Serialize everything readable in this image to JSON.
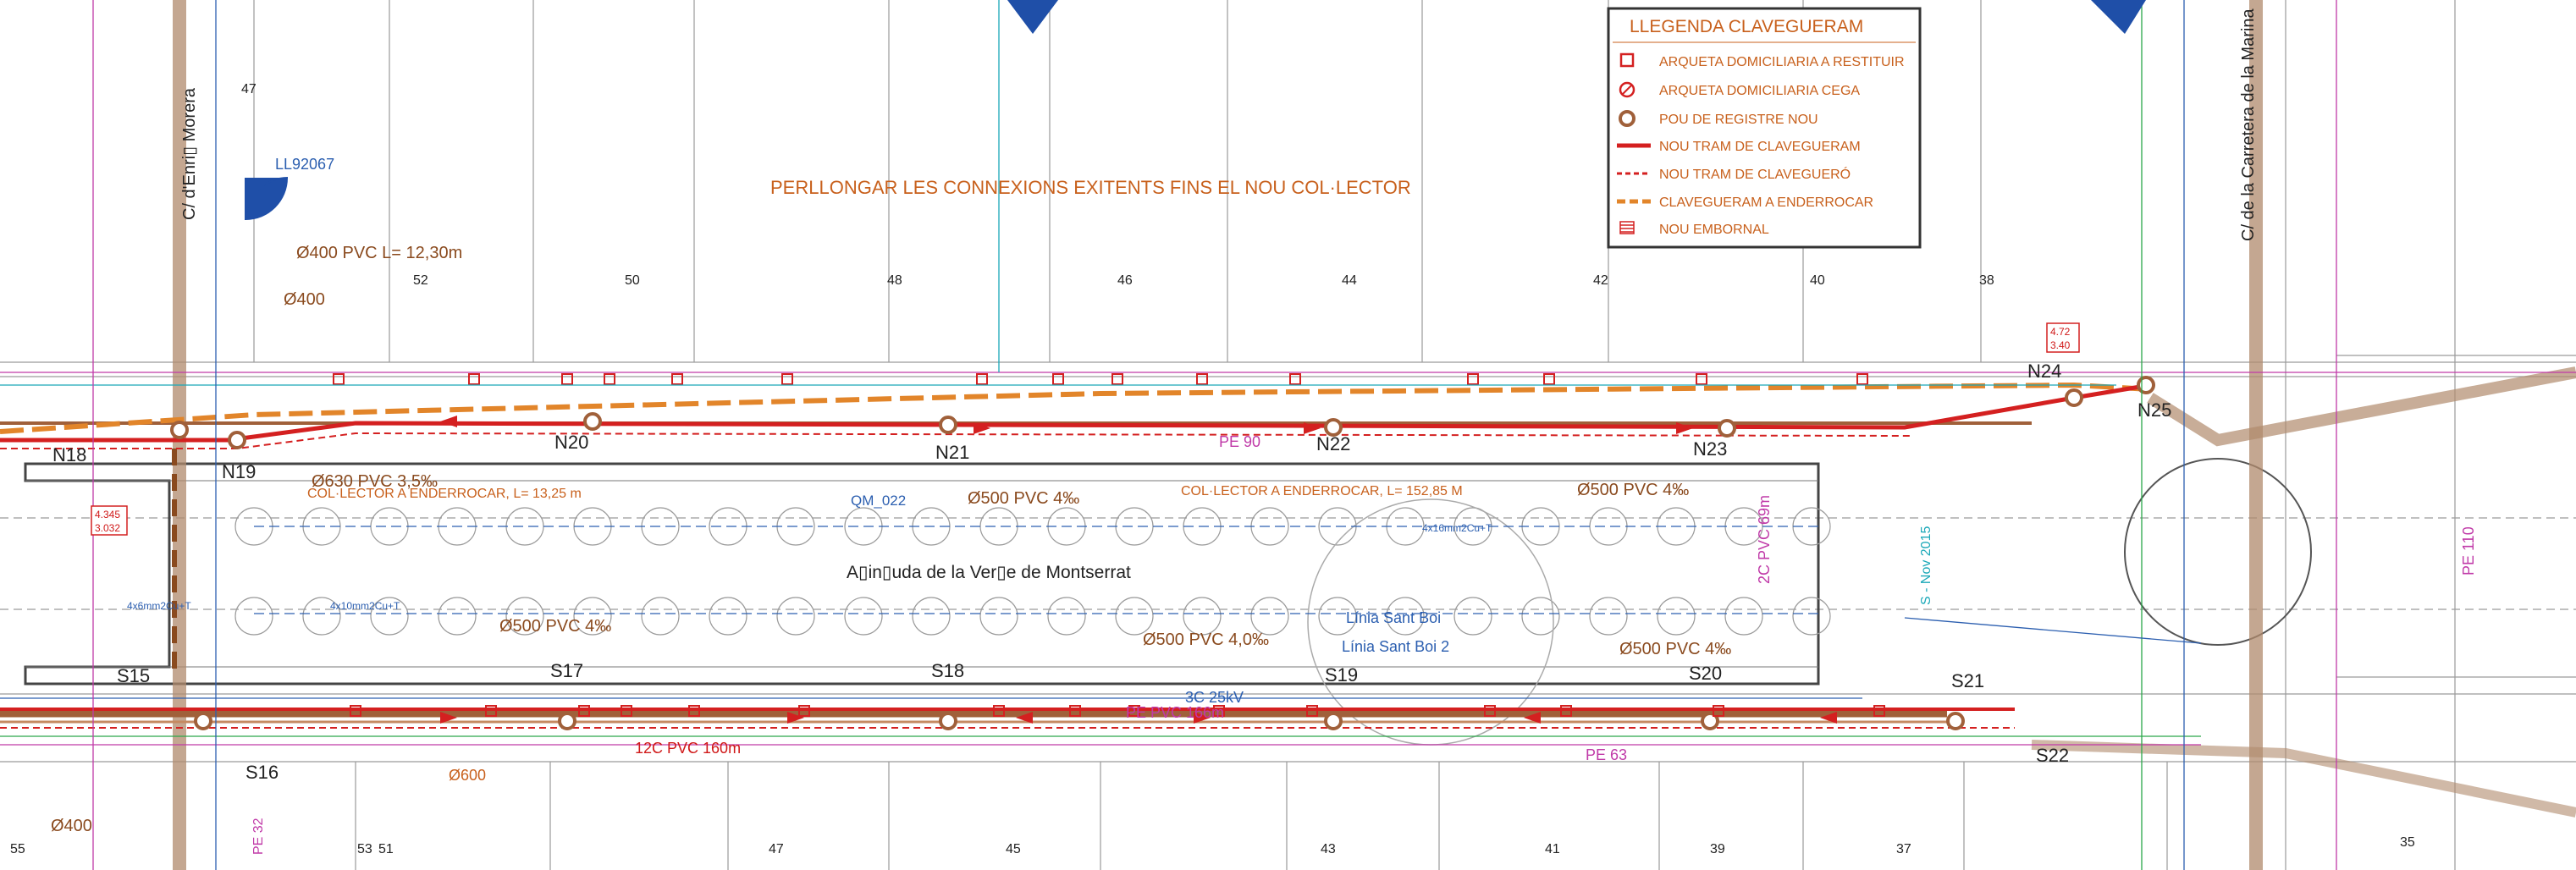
{
  "legend": {
    "title": "LLEGENDA CLAVEGUERAM",
    "items": [
      {
        "label": "ARQUETA DOMICILIARIA A RESTITUIR",
        "icon": "square-manhole-icon"
      },
      {
        "label": "ARQUETA DOMICILIARIA CEGA",
        "icon": "crossed-circle-icon"
      },
      {
        "label": "POU DE REGISTRE NOU",
        "icon": "ring-manhole-icon"
      },
      {
        "label": "NOU TRAM DE CLAVEGUERAM",
        "icon": "solid-red-line-icon"
      },
      {
        "label": "NOU TRAM DE CLAVEGUERÓ",
        "icon": "dashed-red-line-icon"
      },
      {
        "label": "CLAVEGUERAM A ENDERROCAR",
        "icon": "dashed-orange-line-icon"
      },
      {
        "label": "NOU EMBORNAL",
        "icon": "grate-icon"
      }
    ]
  },
  "notes": {
    "extend_connections": "PERLLONGAR LES CONNEXIONS EXITENTS FINS EL NOU COL·LECTOR",
    "collector_demolish_1": "COL·LECTOR A ENDERROCAR, L= 13,25 m",
    "collector_demolish_2": "COL·LECTOR A ENDERROCAR, L= 152,85 M",
    "pipe_ref_top": "Ø400 PVC L= 12,30m",
    "pipe_400": "Ø400",
    "pipe_630": "Ø630 PVC 3,5‰",
    "pipe_500_n21": "Ø500 PVC 4‰",
    "pipe_500_n23": "Ø500 PVC 4‰",
    "pipe_500_s17": "Ø500 PVC 4‰",
    "pipe_500_s18": "Ø500 PVC 4,0‰",
    "pipe_500_s20": "Ø500 PVC 4‰",
    "pipe_600": "Ø600",
    "pipe_400_bl": "Ø400",
    "elev_box_1": [
      "4.345",
      "3.032"
    ],
    "elev_box_2": [
      "4.72",
      "3.40"
    ]
  },
  "streets": {
    "main_avenue": "A▯in▯uda de la Ver▯e de Montserrat",
    "left_street": "C/ d'Enri▯ Morera",
    "right_street": "C/ de la Carretera de la Marina"
  },
  "labels": {
    "ll_code": "LL92067",
    "qm": "QM_022",
    "linia_1": "Línia Sant Boi",
    "linia_2": "Línia Sant Boi 2",
    "pe_90": "PE 90",
    "pe_63": "PE 63",
    "pe_32": "PE 32",
    "pe_110": "PE 110",
    "pvc_160": "12C PVC 160m",
    "pvc_166": "PE  PVC 166m",
    "kv": "3C 25kV",
    "pvc_69": "2C PVC 69m",
    "noviembre": "S - Nov 2015",
    "conduits_1": "4x16mm2Cu+T",
    "conduits_2": "4x10mm2Cu+T",
    "conduits_3": "4x6mm2Cu+T"
  },
  "nodes": {
    "top": [
      "N18",
      "N19",
      "N20",
      "N21",
      "N22",
      "N23",
      "N24",
      "N25"
    ],
    "bottom": [
      "S15",
      "S16",
      "S17",
      "S18",
      "S19",
      "S20",
      "S21",
      "S22"
    ]
  },
  "house_numbers": {
    "top": [
      "52",
      "50",
      "48",
      "46",
      "44",
      "42",
      "40",
      "38",
      "47"
    ],
    "bottom": [
      "55",
      "53",
      "51",
      "47",
      "45",
      "43",
      "41",
      "39",
      "37",
      "35"
    ]
  },
  "colors": {
    "sewer_new": "#d42020",
    "sewer_demolish": "#e2852a",
    "existing_pipe": "#a0603a",
    "legend_text": "#c8601c",
    "street_brown": "#b08a6c",
    "annotation_blue": "#2c5fb0"
  }
}
